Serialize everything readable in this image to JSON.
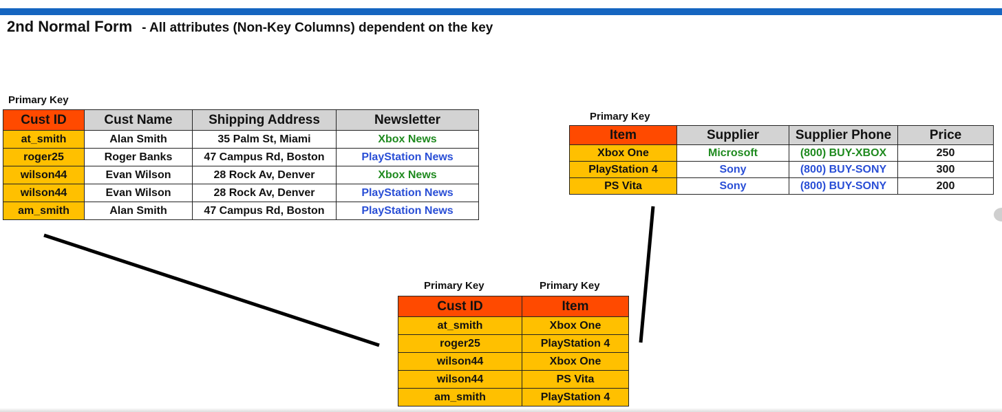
{
  "header": {
    "title": "2nd Normal Form",
    "subtitle": "- All attributes (Non-Key Columns) dependent on the key"
  },
  "customers_table": {
    "pk_label": "Primary Key",
    "columns": [
      "Cust ID",
      "Cust Name",
      "Shipping Address",
      "Newsletter"
    ],
    "rows": [
      [
        "at_smith",
        "Alan Smith",
        "35 Palm St, Miami",
        "Xbox News"
      ],
      [
        "roger25",
        "Roger Banks",
        "47 Campus Rd, Boston",
        "PlayStation News"
      ],
      [
        "wilson44",
        "Evan Wilson",
        "28 Rock Av, Denver",
        "Xbox News"
      ],
      [
        "wilson44",
        "Evan Wilson",
        "28 Rock Av, Denver",
        "PlayStation News"
      ],
      [
        "am_smith",
        "Alan Smith",
        "47 Campus Rd, Boston",
        "PlayStation News"
      ]
    ]
  },
  "items_table": {
    "pk_label": "Primary Key",
    "columns": [
      "Item",
      "Supplier",
      "Supplier Phone",
      "Price"
    ],
    "rows": [
      [
        "Xbox One",
        "Microsoft",
        "(800) BUY-XBOX",
        "250"
      ],
      [
        "PlayStation 4",
        "Sony",
        "(800) BUY-SONY",
        "300"
      ],
      [
        "PS Vita",
        "Sony",
        "(800) BUY-SONY",
        "200"
      ]
    ]
  },
  "link_table": {
    "pk_label_1": "Primary Key",
    "pk_label_2": "Primary Key",
    "columns": [
      "Cust ID",
      "Item"
    ],
    "rows": [
      [
        "at_smith",
        "Xbox One"
      ],
      [
        "roger25",
        "PlayStation 4"
      ],
      [
        "wilson44",
        "Xbox One"
      ],
      [
        "wilson44",
        "PS Vita"
      ],
      [
        "am_smith",
        "PlayStation 4"
      ]
    ]
  },
  "colors": {
    "top_bar": "#1565c0",
    "key_header": "#ff4a00",
    "key_cell": "#ffc000",
    "header_gray": "#d3d3d3",
    "xbox_green": "#1f8a1f",
    "playstation_blue": "#2a4fd6"
  }
}
